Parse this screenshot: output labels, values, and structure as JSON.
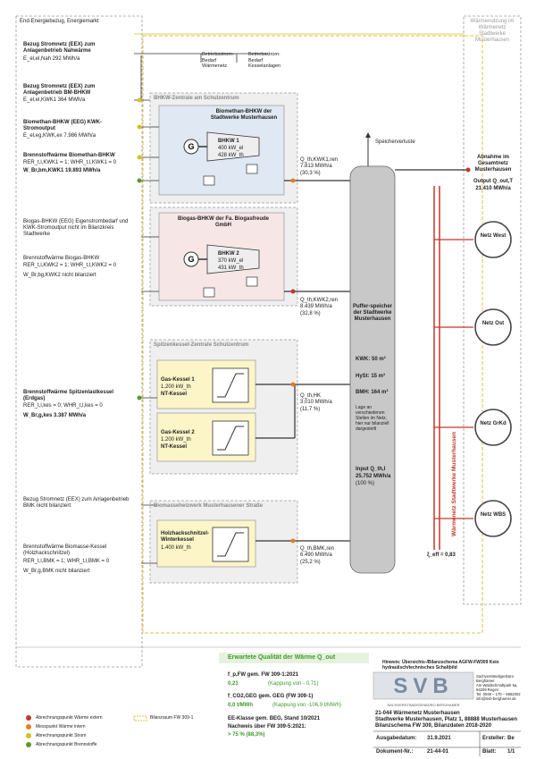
{
  "headers": {
    "left": "End-Energiebezug, Energiemarkt",
    "right": "Wärmenutzung im Wärmenetz Stadtwerke Musterhausen"
  },
  "top_flows": {
    "a": "Betriebsstrom-Bedarf Wärmenetz",
    "b": "Betriebsstrom-Bedarf Kesselanlagen"
  },
  "left_items": {
    "i1": {
      "title": "Bezug Stromnetz (EEX) zum Anlagenbetrieb Nahwärme",
      "value": "E_el,el,Nah 292 MWh/a"
    },
    "i2": {
      "title": "Bezug Stromnetz (EEX) zum Anlagenbetrieb BM-BHKW",
      "value": "E_el,el,KWK1 364 MWh/a"
    },
    "i3": {
      "title": "Biomethan-BHKW (EEG) KWK-Stromoutput",
      "value": "E_el,eg,KWK,ex 7.986 MWh/a"
    },
    "i4": {
      "title": "Brennstoffwärme Biomethan-BHKW",
      "l1": "RER_t,l,KWK1 = 1;  WHR_t,l,KWK1 = 0",
      "l2": "W_Br,bm,KWK1 19.893 MWh/a"
    },
    "i5": {
      "title": "Biogas-BHKW (EEG) Eigenstrombedarf und KWK-Stromoutput nicht im Bilanzkreis Stadtwerke"
    },
    "i6": {
      "title": "Brennstoffwärme Biogas-BHKW",
      "l1": "RER_t,l,KWK2 = 1;  WHR_t,l,KWK2 = 0",
      "l2": "W_Br,bg,KWK2 nicht bilanziert"
    },
    "i7": {
      "title": "Brennstoffwärme Spitzenlastkessel (Erdgas)",
      "l1": "RER_t,l,kes = 0;  WHR_t,l,kes = 0",
      "l2": "W_Br,g,kes 3.387 MWh/a"
    },
    "i8": {
      "title": "Bezug Stromnetz (EEX) zum Anlagenbetrieb BMK nicht bilanziert"
    },
    "i9": {
      "title": "Brennstoffwärme Biomasse-Kessel (Holzhackschnitzel)",
      "l1": "RER_t,l,BMK = 1;  WHR_t,l,BMK = 0",
      "l2": "W_Br,g,BMK nicht bilanziert"
    }
  },
  "plants": {
    "p1": {
      "title": "BHKW-Zentrale am Schulzentrum",
      "sub": "Biomethan-BHKW der Stadtwerke Musterhausen",
      "unit": "BHKW 1",
      "el": "400 kW_el",
      "th": "428 kW_th"
    },
    "p2": {
      "sub": "Biogas-BHKW der Fa. Biogasfreude GmbH",
      "unit": "BHKW 2",
      "el": "370 kW_el",
      "th": "431 kW_th"
    },
    "p3": {
      "title": "Spitzenkessel-Zentrale Schulzentrum",
      "k1": "Gas-Kessel 1",
      "k1p": "1.200 kW_th",
      "k1t": "NT-Kessel",
      "k2": "Gas-Kessel 2",
      "k2p": "1.200 kW_th",
      "k2t": "NT-Kessel"
    },
    "p4": {
      "title": "Biomasseheizwerk Musterhausener Straße",
      "k": "Holzhackschnitzel-Winterkessel",
      "kp": "1.400 kW_th"
    }
  },
  "gen_outputs": {
    "o1": {
      "label": "Q_th,KWK1,ren",
      "value": "7.813 MWh/a",
      "pct": "(30,3 %)"
    },
    "o2": {
      "label": "Q_th,KWK2,ren",
      "value": "8.439 MWh/a",
      "pct": "(32,8 %)"
    },
    "o3": {
      "label": "Q_th,HK",
      "value": "3.010 MWh/a",
      "pct": "(11,7 %)"
    },
    "o4": {
      "label": "Q_th,BMK,ren",
      "value": "6.490 MWh/a",
      "pct": "(25,2 %)"
    }
  },
  "storage": {
    "losses": "Speicherverluste",
    "title": "Puffer-speicher der Stadtwerke Musterhausen",
    "kwk": "KWK: 50 m³",
    "hyst": "HySt: 15 m³",
    "bmh": "BMH: 164 m³",
    "note": "Lage an verschiedenen Stellen im Netz, hier nur bilanziell dargestellt",
    "input_label": "Input Q_th,I",
    "input_value": "25.752 MWh/a",
    "input_pct": "(100 %)"
  },
  "output": {
    "title": "Abnahme im Gesamtnetz Musterhausen",
    "label": "Output Q_out,T",
    "value": "21.410 MWh/a"
  },
  "networks": [
    "Netz West",
    "Netz Ost",
    "Netz GrKd",
    "Netz WBS"
  ],
  "network_label": "Wärmenetz Stadtwerke Musterhausen",
  "eta": "ξ_eff = 0,83",
  "quality": {
    "title": "Erwartete Qualität der Wärme Q_out",
    "f1_label": "f_p,FW  gem. FW 309-1:2021",
    "f1_val": "0,21",
    "f1_cap": "(Kappung von - 0,71)",
    "f1_unit": "",
    "f2_label": "f_CO2,GEG  gem. GEG (FW 309-1)",
    "f2_val": "0,0 t/MWh",
    "f2_cap": "(Kappung von -106,9 t/MWh)",
    "ee_label": "EE-Klasse gem. BEG, Stand 10/2021",
    "ee_label2": "Nachweis über FW 309-5:2021:",
    "ee_val": "> 75 %  (88,3%)"
  },
  "hint": "Hinweis: Übersichts-/Bilanzschema AGFW-FW309 Kein hydraulisch/technisches Schaltbild",
  "company": {
    "logo": "SVB",
    "logo_sub": "SACHVERSTÄNDIGENBÜRO BERGHAMER",
    "lines": [
      "Sachverständigenbüro Berghamer",
      "Am Waldschmidtpark 5a,",
      "94209 Regen",
      "Tel. 0049 – 170 – 6862002",
      "info@svb-berghamer.de"
    ]
  },
  "project": {
    "lines": [
      "21-044 Wärmenetz Musterhausen",
      "Stadtwerke Musterhausen, Platz 1, 88888 Musterhausen",
      "Bilanzschema FW 309, Bilanzdaten 2018-2020"
    ]
  },
  "footer": {
    "date_label": "Ausgabedatum:",
    "date": "31.9.2021",
    "doc_label": "Dokument-Nr.:",
    "doc": "21-44-01",
    "author_label": "Ersteller:",
    "author": "Be",
    "sheet_label": "Blatt:",
    "sheet": "1/1"
  },
  "legend": {
    "items": [
      "Abrechnungspunkt Wärme extern",
      "Messpunkt Wärme intern",
      "Abrechnungspunkt Strom",
      "Abrechnungspunkt Brennstoffe"
    ],
    "boundary": "Bilanzraum FW 309-1"
  },
  "colors": {
    "ext": "#c0392b",
    "int": "#e67e22",
    "strom": "#d4c020",
    "brenn": "#5b9a2b",
    "green": "#3e9a2b",
    "net": "#c0392b"
  }
}
